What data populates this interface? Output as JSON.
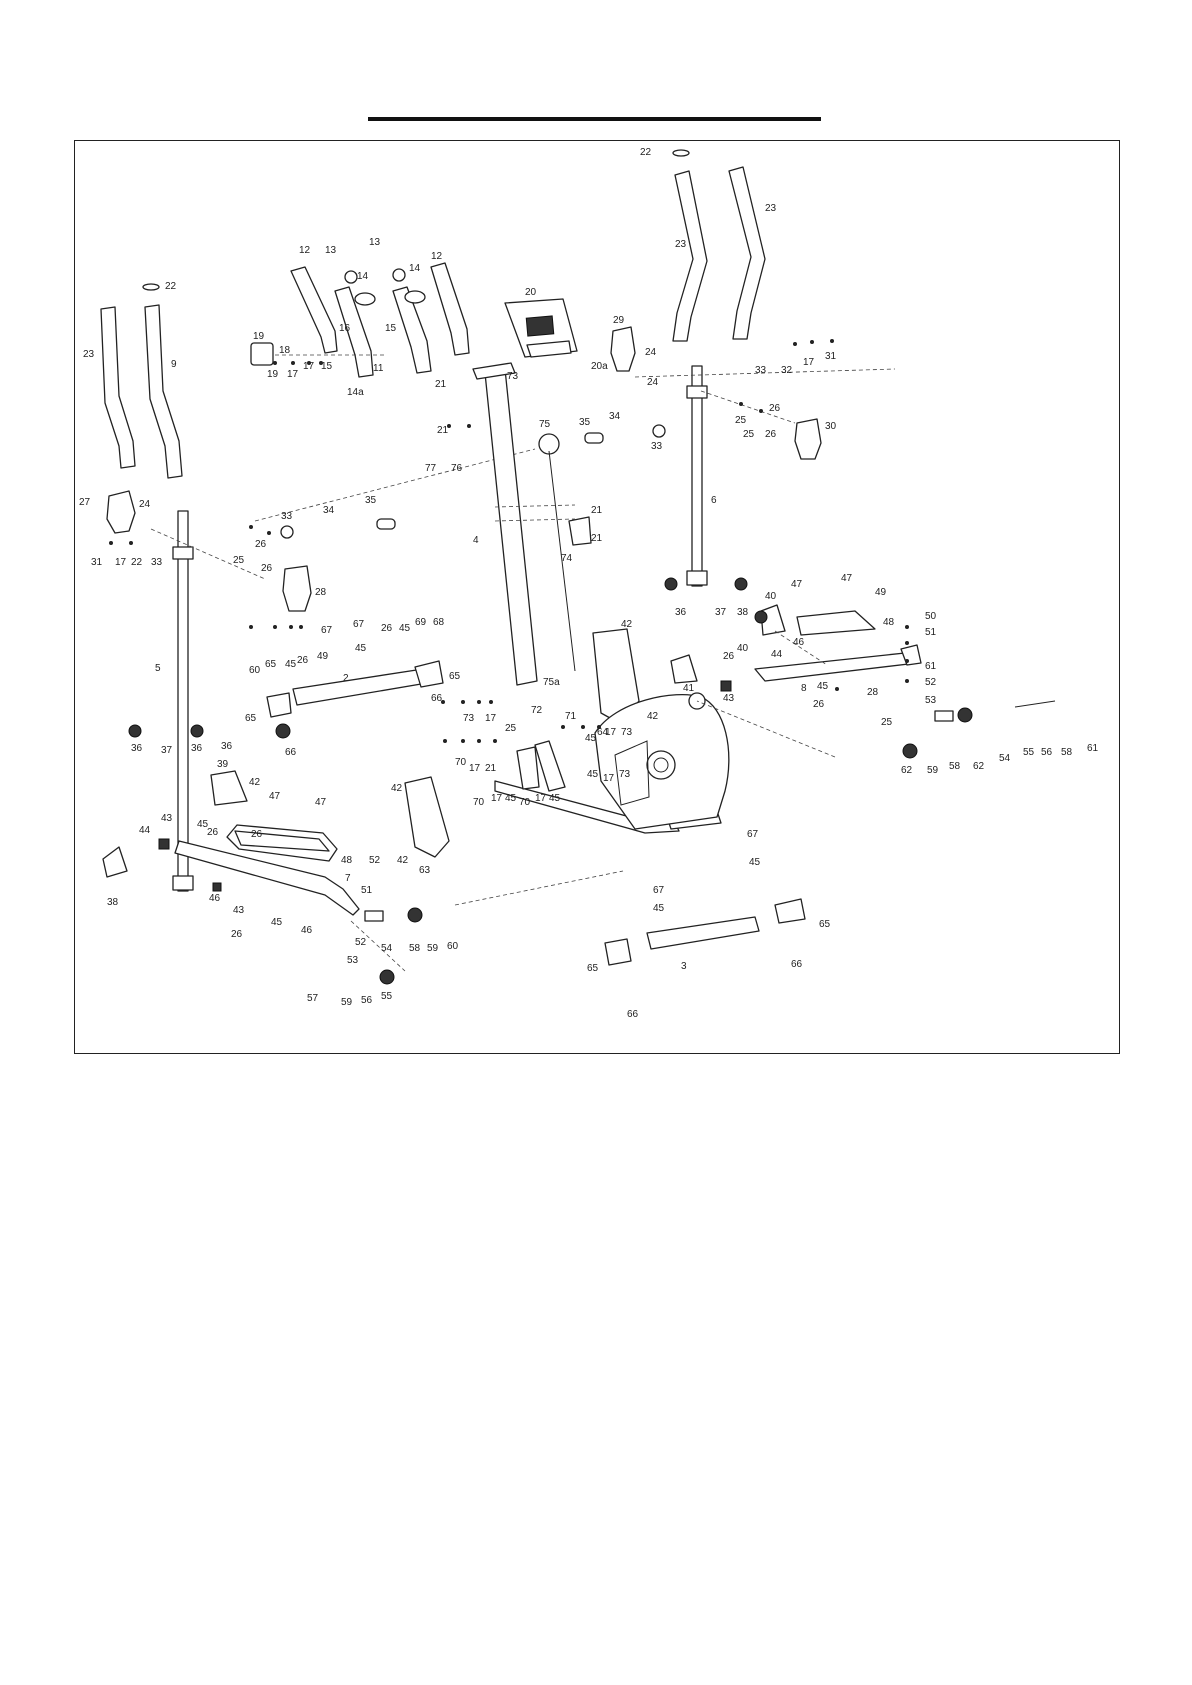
{
  "labels": {
    "l1": "22",
    "l2": "23",
    "l3": "12",
    "l4": "13",
    "l5": "13",
    "l6": "12",
    "l7": "14",
    "l8": "14",
    "l9": "16",
    "l10": "15",
    "l11": "11",
    "l12": "19",
    "l13": "18",
    "l14": "19",
    "l15": "17",
    "l16": "17",
    "l17": "15",
    "l18": "14a",
    "l19": "20",
    "l20": "20a",
    "l21": "29",
    "l22": "24",
    "l23": "22",
    "l24": "23",
    "l25": "23",
    "l26": "9",
    "l27": "33",
    "l28": "32",
    "l29": "17",
    "l30": "31",
    "l31": "27",
    "l32": "24",
    "l33": "31",
    "l34": "17",
    "l35": "22",
    "l36": "33",
    "l37": "33",
    "l38": "34",
    "l39": "35",
    "l40": "26",
    "l41": "25",
    "l42": "26",
    "l43": "28",
    "l44": "5",
    "l45": "21",
    "l46": "73",
    "l47": "21",
    "l48": "77",
    "l49": "76",
    "l50": "75",
    "l51": "35",
    "l52": "34",
    "l53": "33",
    "l54": "21",
    "l55": "21",
    "l56": "74",
    "l57": "4",
    "l58": "75a",
    "l59": "24",
    "l60": "25",
    "l61": "26",
    "l62": "30",
    "l63": "25",
    "l64": "26",
    "l65": "6",
    "l66": "67",
    "l67": "67",
    "l68": "26",
    "l69": "45",
    "l70": "69",
    "l71": "68",
    "l72": "49",
    "l73": "45",
    "l74": "60",
    "l75": "65",
    "l76": "45",
    "l77": "26",
    "l78": "65",
    "l79": "66",
    "l80": "65",
    "l81": "2",
    "l82": "66",
    "l83": "36",
    "l84": "37",
    "l85": "36",
    "l86": "39",
    "l87": "42",
    "l88": "47",
    "l89": "47",
    "l90": "48",
    "l91": "44",
    "l92": "43",
    "l93": "45",
    "l94": "26",
    "l95": "38",
    "l96": "46",
    "l97": "7",
    "l98": "51",
    "l99": "52",
    "l100": "43",
    "l101": "45",
    "l102": "26",
    "l103": "46",
    "l104": "52",
    "l105": "53",
    "l106": "54",
    "l107": "62",
    "l108": "59",
    "l109": "58",
    "l110": "56",
    "l111": "57",
    "l112": "59",
    "l113": "56",
    "l114": "55",
    "l115": "42",
    "l116": "42",
    "l117": "64",
    "l118": "42",
    "l119": "41",
    "l120": "36",
    "l121": "37",
    "l122": "38",
    "l123": "40",
    "l124": "47",
    "l125": "47",
    "l126": "49",
    "l127": "48",
    "l128": "26",
    "l129": "40",
    "l130": "44",
    "l131": "46",
    "l132": "43",
    "l133": "8",
    "l134": "45",
    "l135": "26",
    "l136": "28",
    "l137": "50",
    "l138": "51",
    "l139": "61",
    "l140": "52",
    "l141": "53",
    "l142": "62",
    "l143": "59",
    "l144": "58",
    "l145": "60",
    "l146": "54",
    "l147": "55",
    "l148": "56",
    "l149": "58",
    "l150": "61",
    "l151": "73",
    "l152": "17",
    "l153": "25",
    "l154": "70",
    "l155": "17",
    "l156": "21",
    "l157": "72",
    "l158": "71",
    "l159": "45",
    "l160": "17",
    "l161": "73",
    "l162": "70",
    "l163": "17",
    "l164": "45",
    "l165": "70",
    "l166": "17",
    "l167": "45",
    "l168": "45",
    "l169": "17",
    "l170": "73",
    "l171": "42",
    "l172": "63",
    "l173": "67",
    "l174": "45",
    "l175": "67",
    "l176": "45",
    "l177": "65",
    "l178": "66",
    "l179": "3",
    "l180": "65",
    "l181": "66",
    "l182": "36",
    "l183": "25",
    "l184": "26"
  }
}
